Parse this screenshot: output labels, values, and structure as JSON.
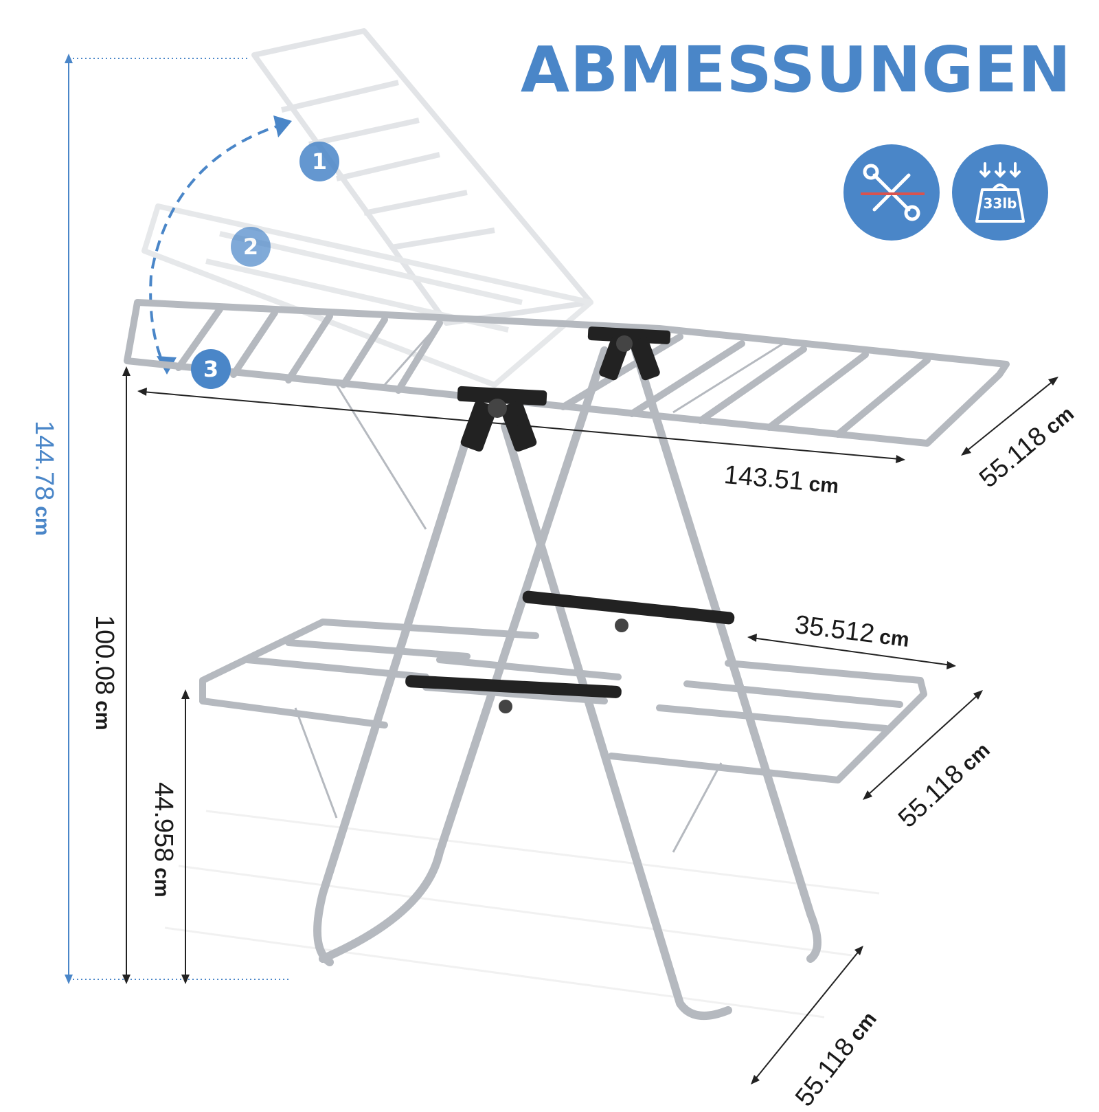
{
  "title": "ABMESSUNGEN",
  "badges": [
    {
      "icon": "no-tools-icon",
      "label": ""
    },
    {
      "icon": "weight-icon",
      "label": "33lb"
    }
  ],
  "steps": [
    "1",
    "2",
    "3"
  ],
  "dimensions": {
    "total_height": {
      "value": "144.78",
      "unit": "cm"
    },
    "top_height": {
      "value": "100.08",
      "unit": "cm"
    },
    "lower_height": {
      "value": "44.958",
      "unit": "cm"
    },
    "top_length": {
      "value": "143.51",
      "unit": "cm"
    },
    "top_width": {
      "value": "55.118",
      "unit": "cm"
    },
    "lower_wing_length": {
      "value": "35.512",
      "unit": "cm"
    },
    "lower_width": {
      "value": "55.118",
      "unit": "cm"
    },
    "base_width": {
      "value": "55.118",
      "unit": "cm"
    }
  },
  "colors": {
    "accent": "#4a86c8",
    "steel": "#b8bcc2",
    "plastic": "#222222"
  }
}
